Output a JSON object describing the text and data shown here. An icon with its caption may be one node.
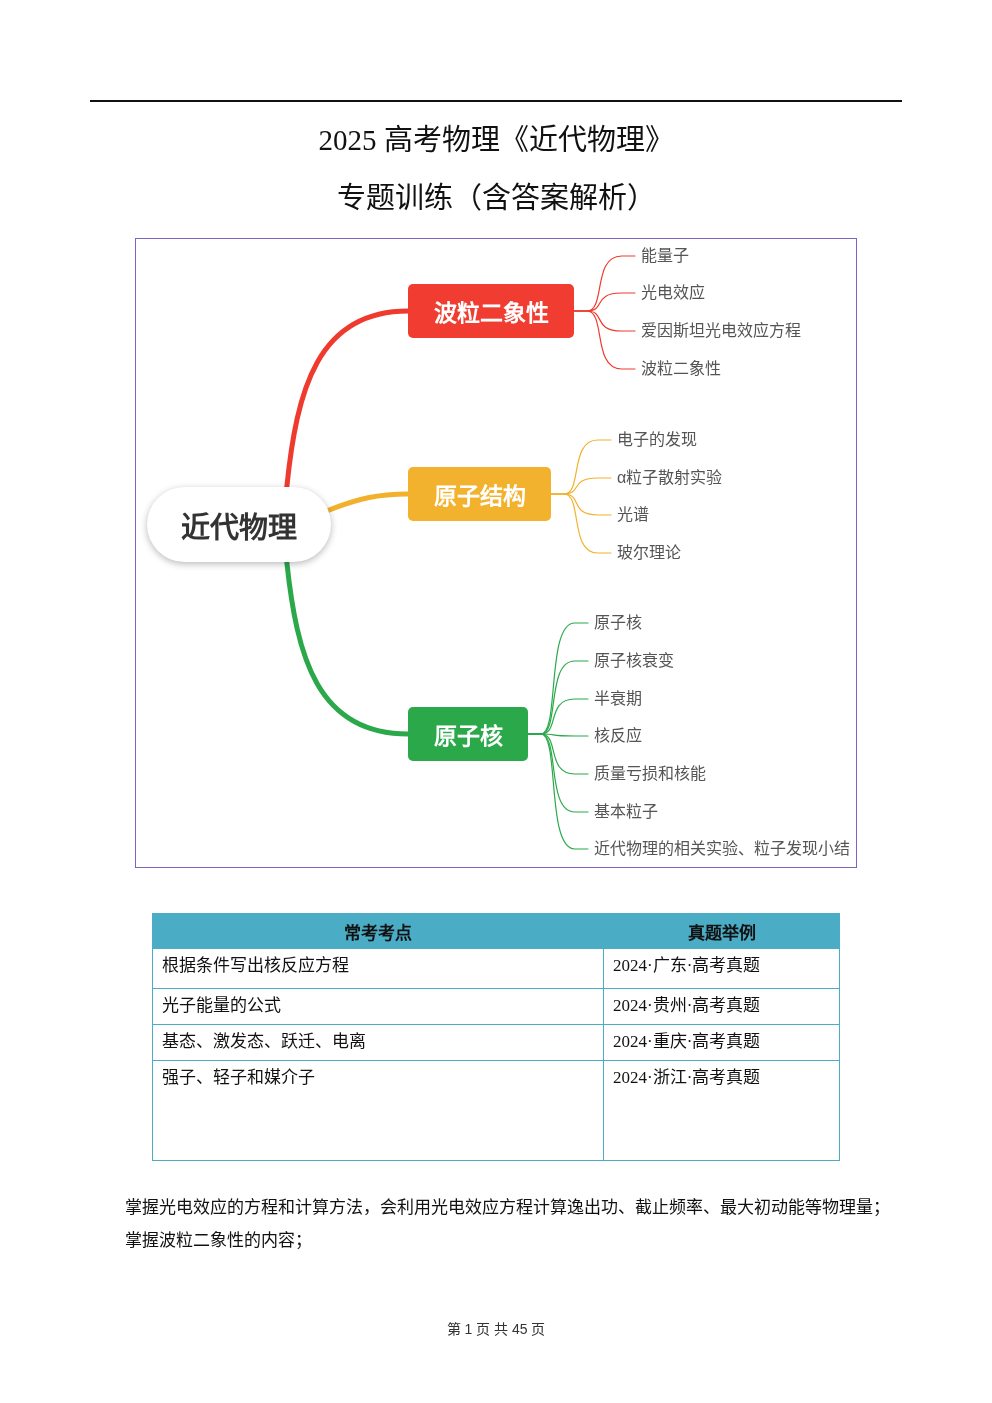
{
  "diagram": {
    "title": "2025 高考物理《近代物理》",
    "nodes": [
      {
        "text": [
          "近代物理"
        ]
      },
      {
        "text": [
          "波粒二象性"
        ]
      },
      {
        "text": [
          "能量子"
        ]
      },
      {
        "text": [
          "光电效应"
        ]
      },
      {
        "text": [
          "爱因斯坦光电效应方程"
        ]
      },
      {
        "text": [
          "波粒二象性"
        ]
      },
      {
        "text": [
          "原子结构"
        ]
      },
      {
        "text": [
          "电子的发现"
        ]
      },
      {
        "text": [
          "α粒子散射实验"
        ]
      },
      {
        "text": [
          "光谱"
        ]
      },
      {
        "text": [
          "玻尔理论"
        ]
      },
      {
        "text": [
          "原子核"
        ]
      },
      {
        "text": [
          "原子核"
        ]
      },
      {
        "text": [
          "原子核衰变"
        ]
      },
      {
        "text": [
          "半衰期"
        ]
      },
      {
        "text": [
          "核反应"
        ]
      },
      {
        "text": [
          "质量亏损和核能"
        ]
      },
      {
        "text": [
          "基本粒子"
        ]
      },
      {
        "text": [
          "近代物理的相关实验、粒子发现小结"
        ]
      }
    ],
    "edges": [
      {
        "from": 0,
        "to": 1,
        "arrow": "none",
        "style": "thick",
        "color": "#ef3b2e"
      },
      {
        "from": 1,
        "to": 2,
        "arrow": "none",
        "color": "#ef3b2e"
      },
      {
        "from": 1,
        "to": 3,
        "arrow": "none",
        "color": "#ef3b2e"
      },
      {
        "from": 1,
        "to": 4,
        "arrow": "none",
        "color": "#ef3b2e"
      },
      {
        "from": 1,
        "to": 5,
        "arrow": "none",
        "color": "#ef3b2e"
      },
      {
        "from": 0,
        "to": 6,
        "arrow": "none",
        "style": "thick",
        "color": "#f2b12d"
      },
      {
        "from": 6,
        "to": 7,
        "arrow": "none",
        "color": "#f2b12d"
      },
      {
        "from": 6,
        "to": 8,
        "arrow": "none",
        "color": "#f2b12d"
      },
      {
        "from": 6,
        "to": 9,
        "arrow": "none",
        "color": "#f2b12d"
      },
      {
        "from": 6,
        "to": 10,
        "arrow": "none",
        "color": "#f2b12d"
      },
      {
        "from": 0,
        "to": 11,
        "arrow": "none",
        "style": "thick"
      },
      {
        "from": 11,
        "to": 12,
        "arrow": "none"
      },
      {
        "from": 11,
        "to": 13,
        "arrow": "none"
      },
      {
        "from": 11,
        "to": 14,
        "arrow": "none"
      },
      {
        "from": 11,
        "to": 15,
        "arrow": "none"
      },
      {
        "from": 11,
        "to": 16,
        "arrow": "none"
      },
      {
        "from": 11,
        "to": 17,
        "arrow": "none"
      },
      {
        "from": 11,
        "to": 18,
        "arrow": "none"
      }
    ],
    "labels": [
      "专题训练（含答案解析）",
      "常考考点",
      "真题举例",
      "根据条件写出核反应方程",
      "2024·广东·高考真题",
      "光子能量的公式",
      "2024·贵州·高考真题",
      "基态、激发态、跃迁、电离",
      "2024·重庆·高考真题",
      "强子、轻子和媒介子",
      "2024·浙江·高考真题",
      "掌握光电效应的方程和计算方法，会利用光电效应方程计算逸出功、截止频率、最大初动能等物理量；掌握波粒二象性的内容；",
      "第 1 页 共 45 页"
    ]
  }
}
